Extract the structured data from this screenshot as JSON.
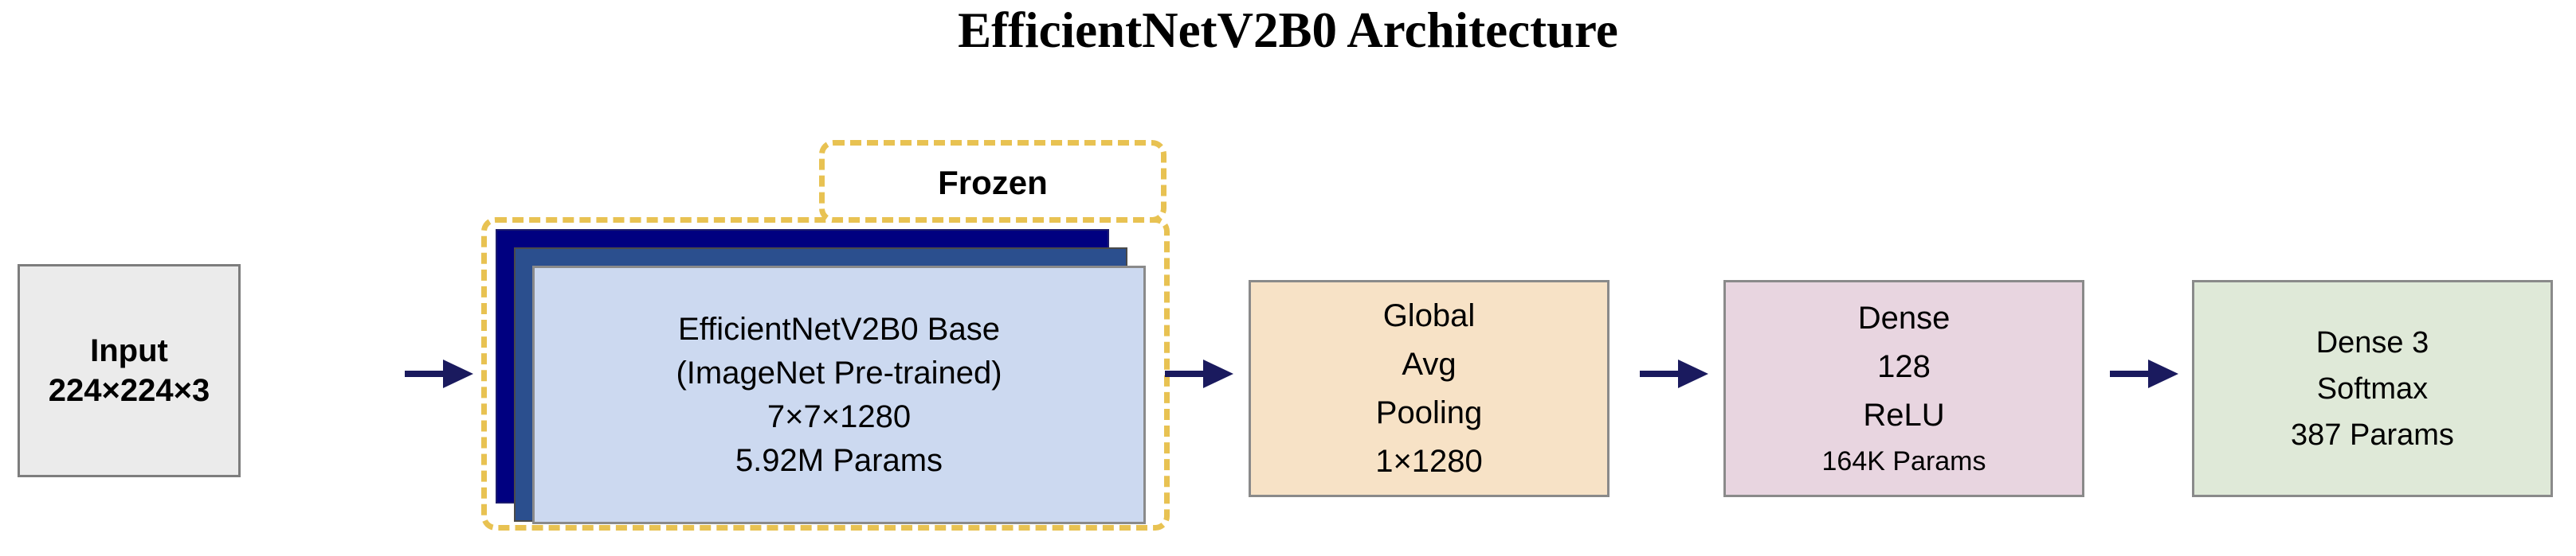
{
  "title": "EfficientNetV2B0 Architecture",
  "colors": {
    "input_fill": "#ebebeb",
    "base_front_fill": "#ccd9f0",
    "base_mid_fill": "#2b4f8e",
    "base_back_fill": "#000080",
    "pooling_fill": "#f7e2c6",
    "dense_fill": "#e8d5e0",
    "output_fill": "#dfe9d8",
    "frozen_border": "#e8c252",
    "arrow": "#1a1a5e",
    "box_border": "#8a8a8a"
  },
  "frozen": {
    "label": "Frozen"
  },
  "nodes": {
    "input": {
      "name": "Input",
      "lines": [
        "Input",
        "224×224×3"
      ]
    },
    "base": {
      "name": "EfficientNetV2B0 Base",
      "lines": [
        "EfficientNetV2B0 Base",
        "(ImageNet Pre-trained)",
        "7×7×1280",
        "5.92M Params"
      ]
    },
    "pooling": {
      "name": "Global Average Pooling",
      "lines": [
        "Global",
        "Avg",
        "Pooling",
        "1×1280"
      ]
    },
    "dense": {
      "name": "Dense 128 ReLU",
      "lines": [
        "Dense",
        "128",
        "ReLU"
      ],
      "params": "164K Params"
    },
    "output": {
      "name": "Dense 3 Softmax",
      "lines": [
        "Dense 3",
        "Softmax",
        "387 Params"
      ]
    }
  },
  "arrows": [
    {
      "from": "input",
      "to": "base"
    },
    {
      "from": "base",
      "to": "pooling"
    },
    {
      "from": "pooling",
      "to": "dense"
    },
    {
      "from": "dense",
      "to": "output"
    }
  ]
}
